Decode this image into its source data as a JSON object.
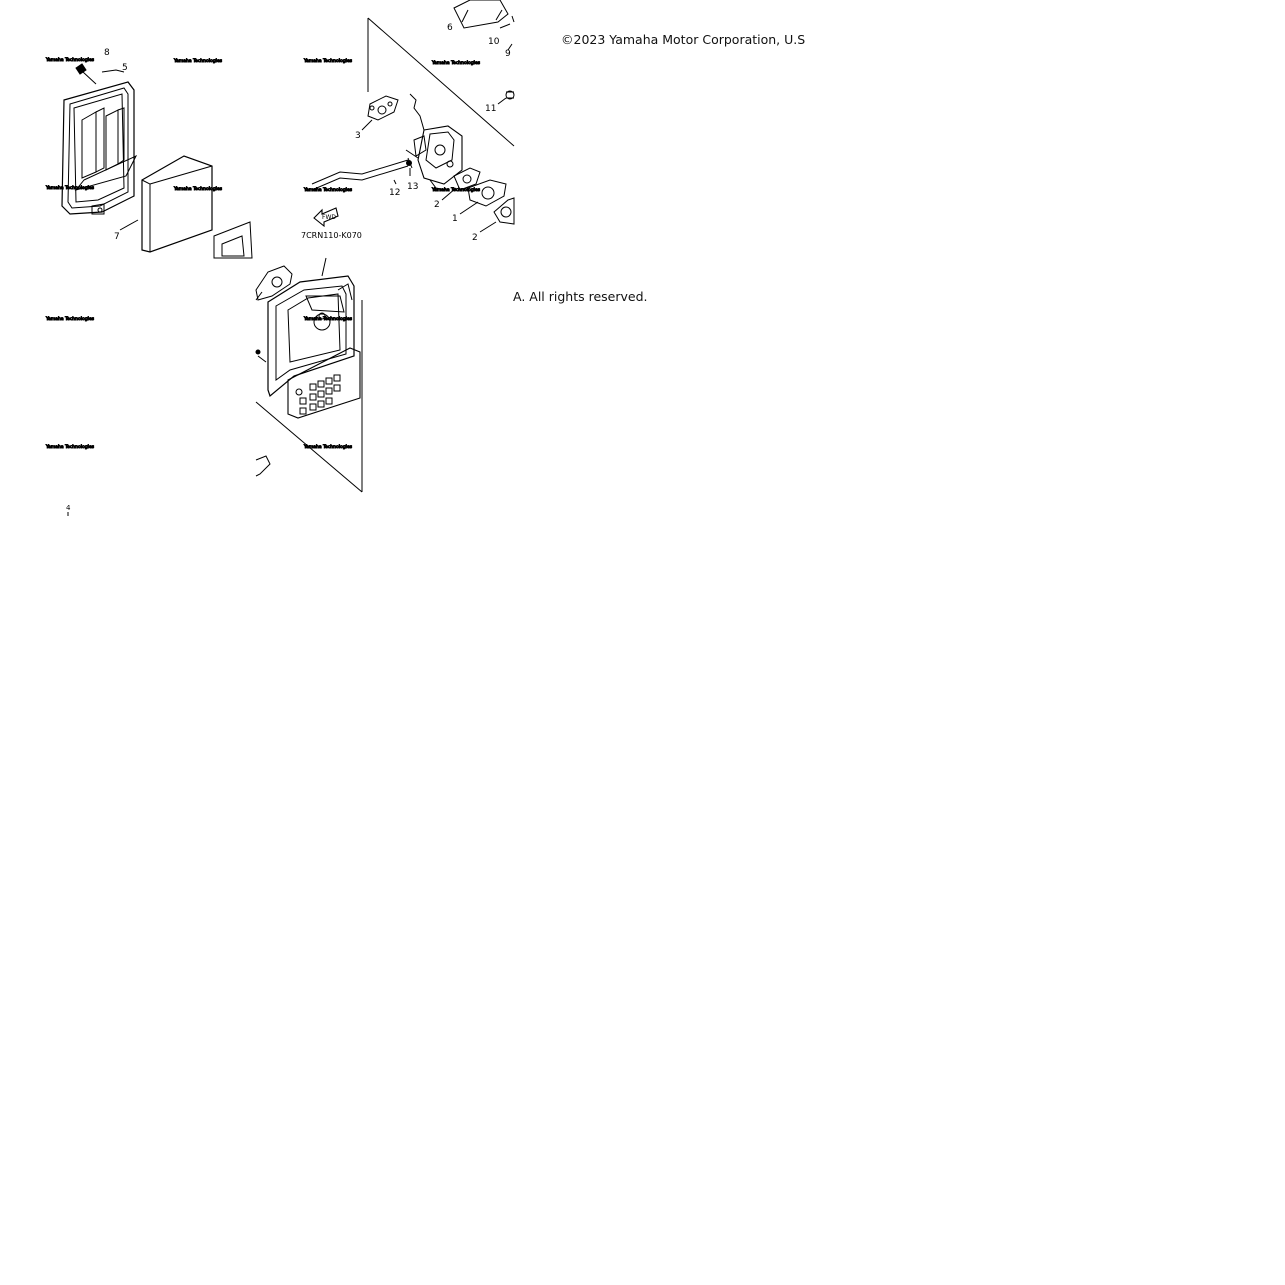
{
  "copyright": {
    "line1": "©2023 Yamaha Motor Corporation, U.S",
    "line2": "A. All rights reserved."
  },
  "diagram": {
    "code": "7CRN110-K070",
    "fwd_label": "FWD",
    "watermark": "Yamaha Technologies",
    "callouts": [
      {
        "id": "c8",
        "text": "8"
      },
      {
        "id": "c5",
        "text": "5"
      },
      {
        "id": "c7",
        "text": "7"
      },
      {
        "id": "c6",
        "text": "6"
      },
      {
        "id": "c10",
        "text": "10"
      },
      {
        "id": "c9",
        "text": "9"
      },
      {
        "id": "c11",
        "text": "11"
      },
      {
        "id": "c3",
        "text": "3"
      },
      {
        "id": "c12",
        "text": "12"
      },
      {
        "id": "c13",
        "text": "13"
      },
      {
        "id": "c2a",
        "text": "2"
      },
      {
        "id": "c1",
        "text": "1"
      },
      {
        "id": "c2b",
        "text": "2"
      },
      {
        "id": "c4",
        "text": "4"
      }
    ]
  }
}
